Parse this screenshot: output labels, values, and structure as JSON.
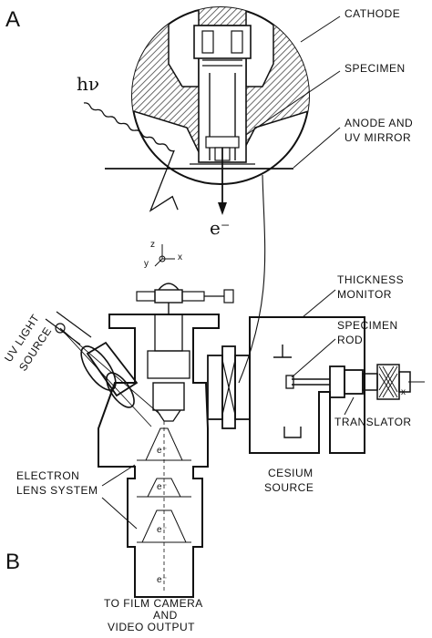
{
  "panels": {
    "a": "A",
    "b": "B"
  },
  "photon_label": "hν",
  "electron_label": "e⁻",
  "axes": {
    "z": "z",
    "y": "y",
    "x": "x"
  },
  "labels": {
    "cathode": "CATHODE",
    "specimen": "SPECIMEN",
    "anode_line1": "ANODE AND",
    "anode_line2": "UV MIRROR",
    "thickness_line1": "THICKNESS",
    "thickness_line2": "MONITOR",
    "specimen_rod_line1": "SPECIMEN",
    "specimen_rod_line2": "ROD",
    "translator": "TRANSLATOR",
    "uv_source_line1": "UV LIGHT",
    "uv_source_line2": "SOURCE",
    "electron_lens_line1": "ELECTRON",
    "electron_lens_line2": "LENS SYSTEM",
    "cesium_line1": "CESIUM",
    "cesium_line2": "SOURCE",
    "output_line1": "TO FILM CAMERA",
    "output_line2": "AND",
    "output_line3": "VIDEO OUTPUT"
  },
  "beam_electron_marks": [
    "e⁻",
    "e⁻",
    "e⁻",
    "e⁻"
  ],
  "rotation_axis_label": "x"
}
